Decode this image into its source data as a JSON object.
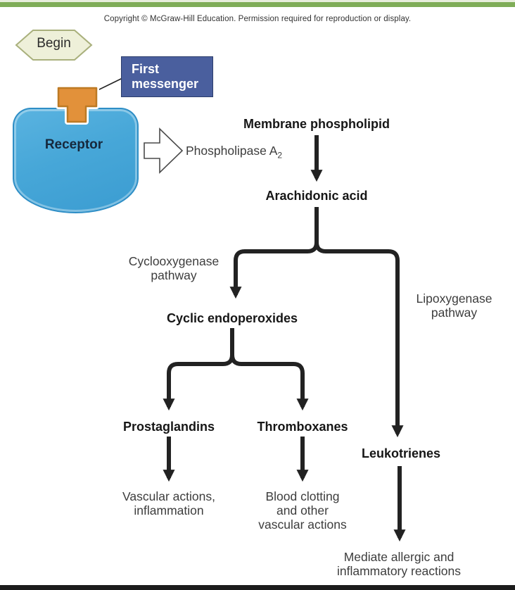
{
  "frame": {
    "top_bar_color": "#7fad58",
    "bottom_bar_color": "#1c1c1c"
  },
  "copyright": "Copyright © McGraw-Hill Education. Permission required for reproduction or display.",
  "flowchart": {
    "begin": "Begin",
    "first_messenger": "First\nmessenger",
    "receptor": "Receptor",
    "phospholipase": {
      "text": "Phospholipase A",
      "subscript": "2"
    },
    "membrane_phospholipid": "Membrane phospholipid",
    "arachidonic_acid": "Arachidonic acid",
    "cyclooxygenase_pathway": "Cyclooxygenase\npathway",
    "lipoxygenase_pathway": "Lipoxygenase\npathway",
    "cyclic_endoperoxides": "Cyclic endoperoxides",
    "prostaglandins": "Prostaglandins",
    "thromboxanes": "Thromboxanes",
    "leukotrienes": "Leukotrienes",
    "prostaglandins_effect": "Vascular actions,\ninflammation",
    "thromboxanes_effect": "Blood clotting\nand other\nvascular actions",
    "leukotrienes_effect": "Mediate allergic and\ninflammatory reactions"
  },
  "colors": {
    "arrow": "#222222",
    "receptor_fill": "#47a7d8",
    "receptor_border": "#2e8ec6",
    "ligand_fill": "#e2913a",
    "ligand_border": "#bd7a24",
    "first_messenger_fill": "#4a5f9e",
    "begin_fill": "#eef0d9",
    "begin_border": "#a9b07c"
  }
}
